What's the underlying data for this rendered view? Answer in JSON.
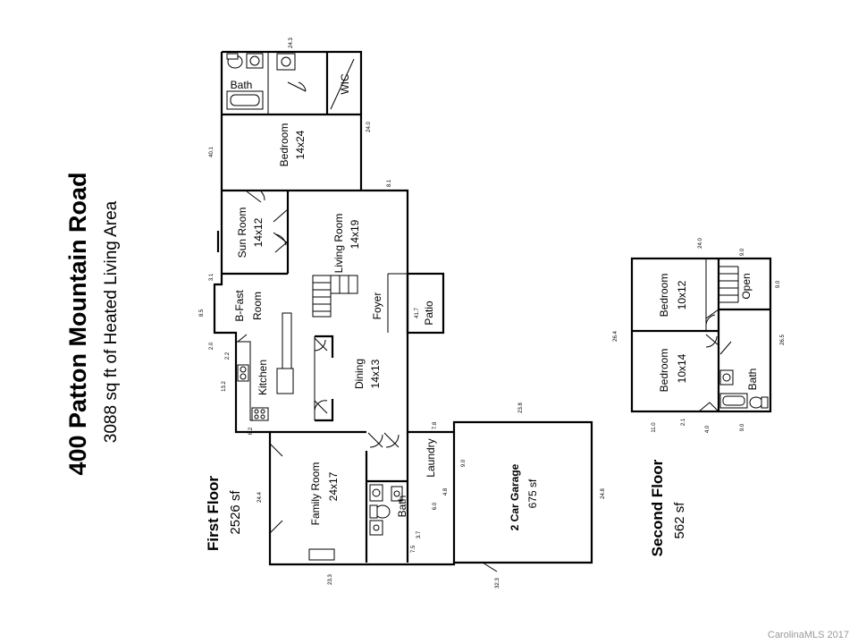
{
  "title": "400 Patton Mountain Road",
  "subtitle": "3088 sq ft of Heated Living Area",
  "first_floor": {
    "label": "First Floor",
    "area": "2526 sf",
    "rooms": {
      "bath_top": "Bath",
      "wic": "WIC",
      "bedroom_name": "Bedroom",
      "bedroom_size": "14x24",
      "sun_room_name": "Sun Room",
      "sun_room_size": "14x12",
      "living_room_name": "Living Room",
      "living_room_size": "14x19",
      "bfast_name": "B-Fast",
      "bfast_sub": "Room",
      "kitchen": "Kitchen",
      "dining_name": "Dining",
      "dining_size": "14x13",
      "foyer": "Foyer",
      "patio": "Patio",
      "family_room_name": "Family Room",
      "family_room_size": "24x17",
      "laundry": "Laundry",
      "bath_lower": "Bath",
      "garage_name": "2 Car Garage",
      "garage_size": "675 sf"
    }
  },
  "second_floor": {
    "label": "Second Floor",
    "area": "562 sf",
    "rooms": {
      "bedroom_a_name": "Bedroom",
      "bedroom_a_size": "10x12",
      "bedroom_b_name": "Bedroom",
      "bedroom_b_size": "10x14",
      "open": "Open",
      "bath": "Bath"
    }
  },
  "dimensions": {
    "d_243": "24.3",
    "d_401": "40.1",
    "d_240": "24.0",
    "d_81": "8.1",
    "d_31": "3.1",
    "d_85": "8.5",
    "d_20": "2.0",
    "d_22": "2.2",
    "d_132": "13.2",
    "d_62": "6.2",
    "d_244": "24.4",
    "d_233": "23.3",
    "d_417": "41.7",
    "d_78": "7.8",
    "d_238": "23.8",
    "d_90a": "9.0",
    "d_48": "4.8",
    "d_60": "6.0",
    "d_37": "3.7",
    "d_75": "7.5",
    "d_248": "24.8",
    "d_323": "32.3",
    "d_240b": "24.0",
    "d_90b": "9.0",
    "d_90c": "9.0",
    "d_264": "26.4",
    "d_265": "26.5",
    "d_110": "11.0",
    "d_21": "2.1",
    "d_40": "4.0",
    "d_90d": "9.0"
  },
  "credit": "CarolinaMLS 2017"
}
